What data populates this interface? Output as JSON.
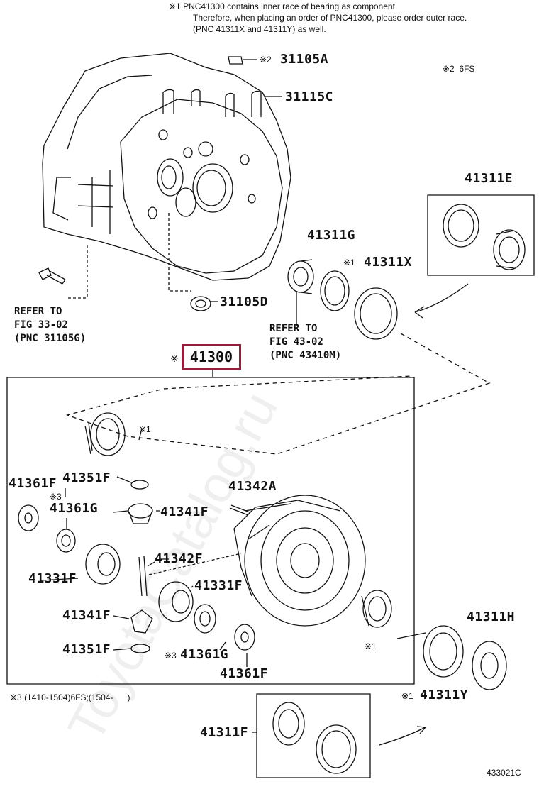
{
  "notes": {
    "note1_line1": "※1 PNC41300 contains inner race of bearing as component.",
    "note1_line2": "Therefore, when placing an order of PNC41300, please order outer race.",
    "note1_line3": "(PNC 41311X and 41311Y) as well.",
    "note2": "※2  6FS",
    "note3": "※3 (1410-1504)6FS;(1504-      )",
    "figure_id": "433021C"
  },
  "parts": {
    "p31105A": "31105A",
    "p31115C": "31115C",
    "p31105D": "31105D",
    "p41311E": "41311E",
    "p41311G": "41311G",
    "p41311X": "41311X",
    "p41300": "41300",
    "p41361F_a": "41361F",
    "p41351F_a": "41351F",
    "p41361G_a": "41361G",
    "p41342A": "41342A",
    "p41341F_a": "41341F",
    "p41342F": "41342F",
    "p41331F_a": "41331F",
    "p41331F_b": "41331F",
    "p41341F_b": "41341F",
    "p41351F_b": "41351F",
    "p41361G_b": "41361G",
    "p41361F_b": "41361F",
    "p41311H": "41311H",
    "p41311Y": "41311Y",
    "p41311F": "41311F"
  },
  "marks": {
    "m_31105A": "※2",
    "m_41311X": "※1",
    "m_41300": "※",
    "m_bearing_top": "※1",
    "m_41361G": "※3",
    "m_41361G_b": "※3",
    "m_bearing_right": "※1",
    "m_41311Y": "※1"
  },
  "refs": {
    "ref1_line1": "REFER TO",
    "ref1_line2": "FIG 33-02",
    "ref1_line3": "(PNC 31105G)",
    "ref2_line1": "REFER TO",
    "ref2_line2": "FIG 43-02",
    "ref2_line3": "(PNC 43410M)"
  },
  "watermark": "ToyotaCatalog.ru",
  "colors": {
    "highlight": "#9a1c3c",
    "line": "#111111"
  }
}
